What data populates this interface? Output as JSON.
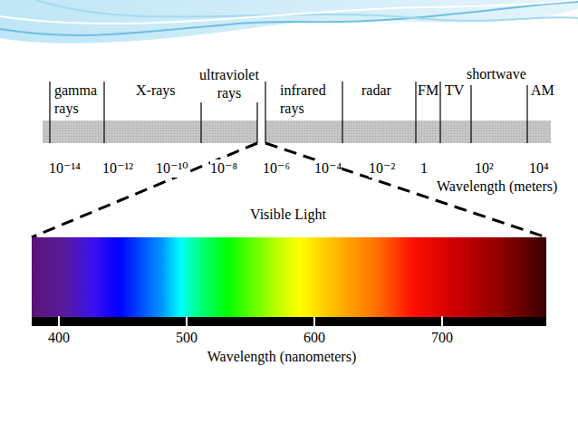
{
  "diagram": {
    "labels": [
      "gamma rays",
      "X-rays",
      "ultraviolet rays",
      "infrared rays",
      "radar",
      "FM",
      "TV",
      "shortwave",
      "AM",
      "10⁻¹⁴",
      "10⁻¹²",
      "10⁻¹⁰",
      "10⁻⁸",
      "10⁻⁶",
      "10⁻⁴",
      "10⁻²",
      "1",
      "10²",
      "10⁴",
      "Wavelength (meters)",
      "Visible Light",
      "400",
      "500",
      "600",
      "700",
      "Wavelength (nanometers)"
    ]
  }
}
